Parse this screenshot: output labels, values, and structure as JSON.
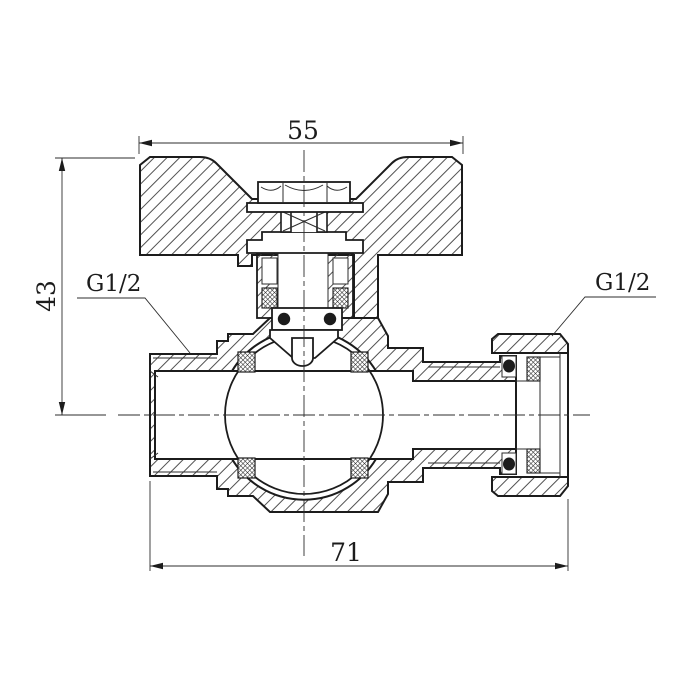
{
  "drawing": {
    "dim_top": "55",
    "dim_left": "43",
    "dim_bottom": "71",
    "thread_left": "G1/2",
    "thread_right": "G1/2",
    "colors": {
      "line": "#1c1c1c",
      "background": "#ffffff"
    }
  }
}
